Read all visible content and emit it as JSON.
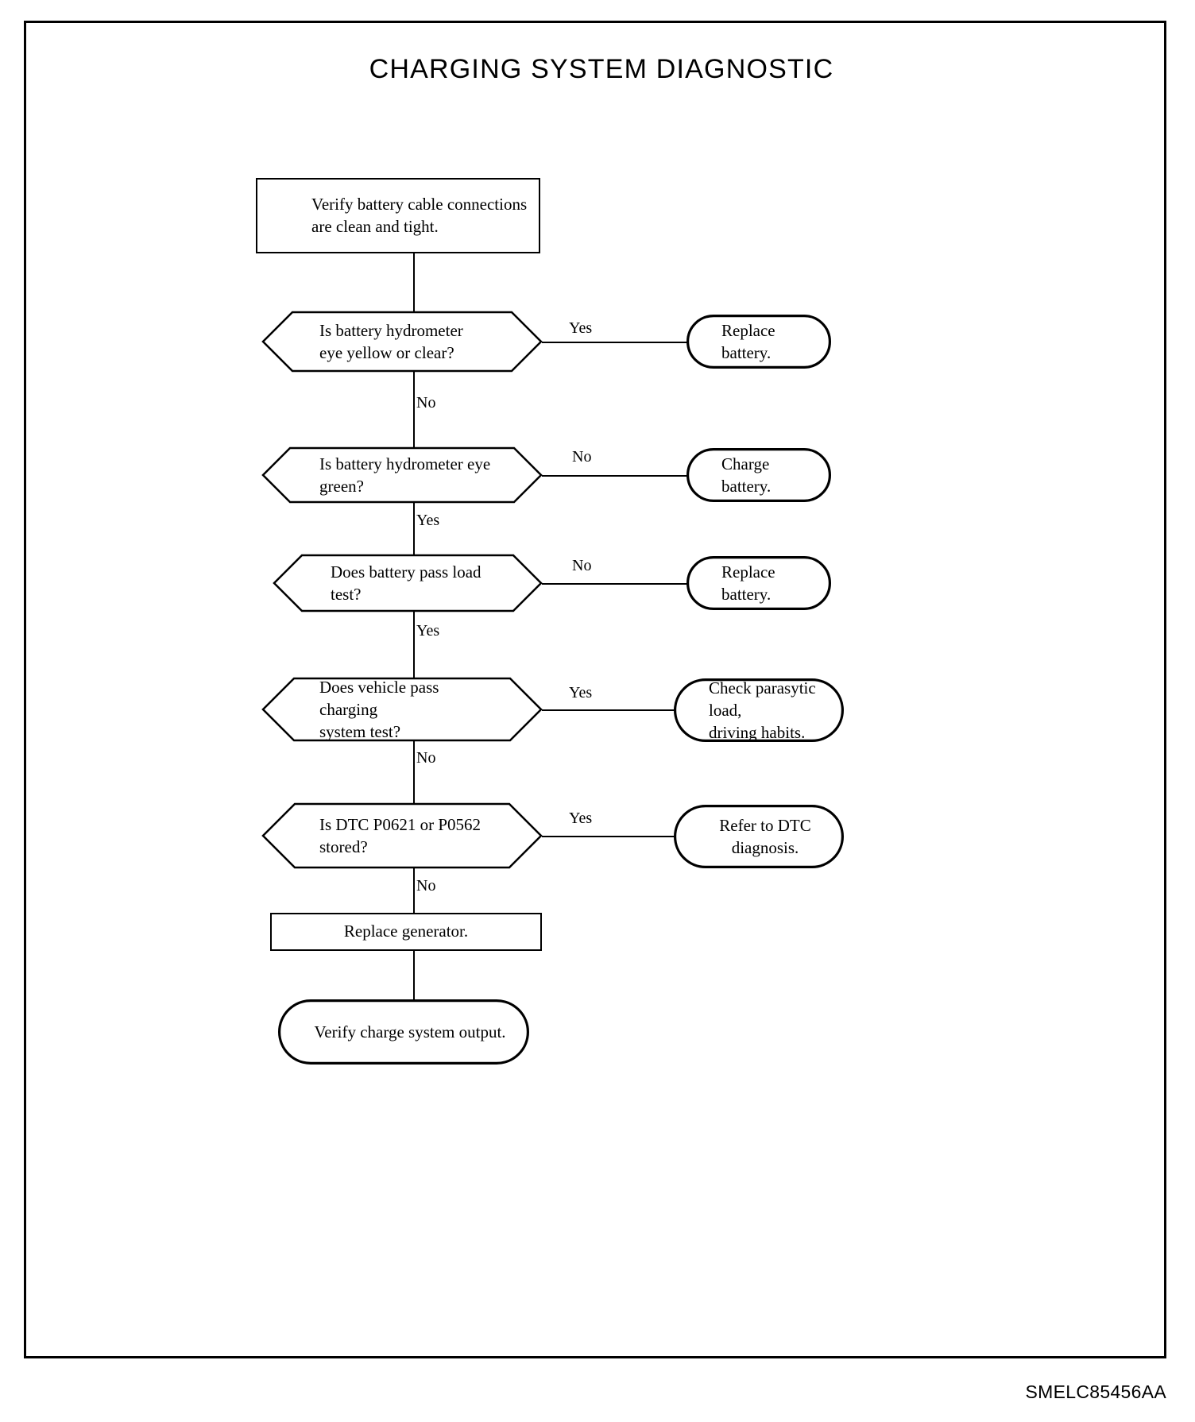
{
  "title": "CHARGING SYSTEM DIAGNOSTIC",
  "footer_code": "SMELC85456AA",
  "colors": {
    "ink": "#000000",
    "paper": "#ffffff"
  },
  "chart_data": {
    "type": "flowchart",
    "title": "CHARGING SYSTEM DIAGNOSTIC",
    "nodes": [
      {
        "id": "n1",
        "shape": "process",
        "text": "Verify battery cable connections are clean and tight."
      },
      {
        "id": "d1",
        "shape": "decision",
        "text": "Is battery hydrometer eye yellow or clear?"
      },
      {
        "id": "t1",
        "shape": "terminal",
        "text": "Replace battery."
      },
      {
        "id": "d2",
        "shape": "decision",
        "text": "Is battery hydrometer eye green?"
      },
      {
        "id": "t2",
        "shape": "terminal",
        "text": "Charge battery."
      },
      {
        "id": "d3",
        "shape": "decision",
        "text": "Does battery pass load test?"
      },
      {
        "id": "t3",
        "shape": "terminal",
        "text": "Replace battery."
      },
      {
        "id": "d4",
        "shape": "decision",
        "text": "Does vehicle pass charging system test?"
      },
      {
        "id": "t4",
        "shape": "terminal",
        "text": "Check parasytic load, driving habits."
      },
      {
        "id": "d5",
        "shape": "decision",
        "text": "Is DTC P0621 or P0562 stored?"
      },
      {
        "id": "t5",
        "shape": "terminal",
        "text": "Refer to DTC diagnosis."
      },
      {
        "id": "n2",
        "shape": "process",
        "text": "Replace generator."
      },
      {
        "id": "t6",
        "shape": "terminal",
        "text": "Verify charge system output."
      }
    ],
    "edges": [
      {
        "from": "n1",
        "to": "d1",
        "label": ""
      },
      {
        "from": "d1",
        "to": "t1",
        "label": "Yes"
      },
      {
        "from": "d1",
        "to": "d2",
        "label": "No"
      },
      {
        "from": "d2",
        "to": "t2",
        "label": "No"
      },
      {
        "from": "d2",
        "to": "d3",
        "label": "Yes"
      },
      {
        "from": "d3",
        "to": "t3",
        "label": "No"
      },
      {
        "from": "d3",
        "to": "d4",
        "label": "Yes"
      },
      {
        "from": "d4",
        "to": "t4",
        "label": "Yes"
      },
      {
        "from": "d4",
        "to": "d5",
        "label": "No"
      },
      {
        "from": "d5",
        "to": "t5",
        "label": "Yes"
      },
      {
        "from": "d5",
        "to": "n2",
        "label": "No"
      },
      {
        "from": "n2",
        "to": "t6",
        "label": ""
      }
    ]
  },
  "nodes": {
    "n1": {
      "line1": "Verify battery cable connections",
      "line2": "are clean and tight."
    },
    "d1": {
      "line1": "Is battery hydrometer",
      "line2": "eye yellow or clear?"
    },
    "t1": {
      "line1": "Replace battery."
    },
    "d2": {
      "line1": "Is battery hydrometer eye green?"
    },
    "t2": {
      "line1": "Charge battery."
    },
    "d3": {
      "line1": "Does battery pass load test?"
    },
    "t3": {
      "line1": "Replace battery."
    },
    "d4": {
      "line1": "Does vehicle pass charging",
      "line2": "system test?"
    },
    "t4": {
      "line1": "Check parasytic load,",
      "line2": "driving habits."
    },
    "d5": {
      "line1": "Is DTC P0621 or P0562",
      "line2": "stored?"
    },
    "t5": {
      "line1": "Refer to DTC",
      "line2": "diagnosis."
    },
    "n2": {
      "line1": "Replace generator."
    },
    "t6": {
      "line1": "Verify charge system output."
    }
  },
  "edge_labels": {
    "e_d1_yes": "Yes",
    "e_d1_no": "No",
    "e_d2_no": "No",
    "e_d2_yes": "Yes",
    "e_d3_no": "No",
    "e_d3_yes": "Yes",
    "e_d4_yes": "Yes",
    "e_d4_no": "No",
    "e_d5_yes": "Yes",
    "e_d5_no": "No"
  }
}
